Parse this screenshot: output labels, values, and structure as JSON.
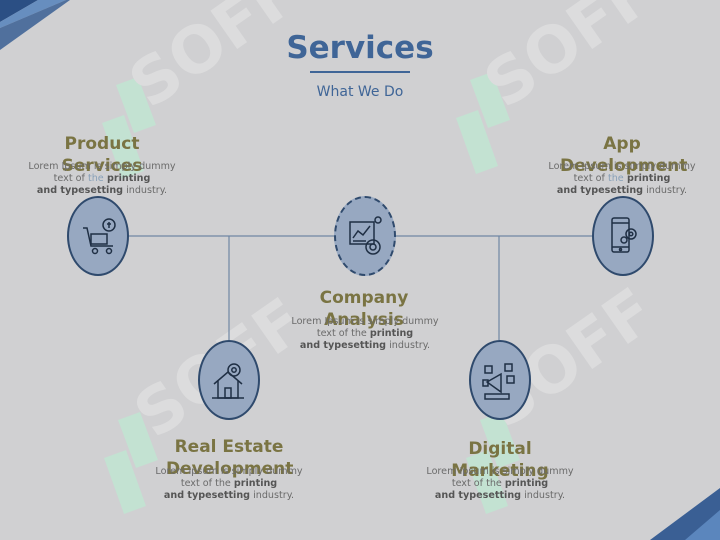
{
  "slide": {
    "title": "Services",
    "subtitle": "What We Do",
    "watermark": "SOFF",
    "colors": {
      "accent": "#3f6597",
      "heading": "#7a7443",
      "node_fill": "#97a8c1",
      "node_stroke": "#2f4a6d",
      "corner": "#3a5f94"
    }
  },
  "services": [
    {
      "title": "Product Services",
      "desc_start": "Lorem Ipsum is simply dummy text of ",
      "desc_mid": "the",
      "desc_bold1": " printing",
      "desc_bold2": "and typesetting",
      "desc_end": " industry.",
      "icon": "shopping-cart-icon"
    },
    {
      "title": "App Development",
      "desc_start": "Lorem Ipsum is simply dummy text of ",
      "desc_mid": "the",
      "desc_bold1": " printing",
      "desc_bold2": "and typesetting",
      "desc_end": " industry.",
      "icon": "mobile-settings-icon"
    },
    {
      "title": "Company Analysis",
      "desc_start": "Lorem Ipsum is simply dummy text of the ",
      "desc_mid": "",
      "desc_bold1": "printing",
      "desc_bold2": "and typesetting",
      "desc_end": " industry.",
      "icon": "analytics-board-icon"
    },
    {
      "title": "Real Estate Development",
      "desc_start": "Lorem Ipsum is simply dummy text of the ",
      "desc_mid": "",
      "desc_bold1": "printing",
      "desc_bold2": "and typesetting",
      "desc_end": " industry.",
      "icon": "house-gear-icon"
    },
    {
      "title": "Digital Marketing",
      "desc_start": "Lorem Ipsum is simply dummy text of the ",
      "desc_mid": "",
      "desc_bold1": "printing",
      "desc_bold2": "and typesetting",
      "desc_end": " industry.",
      "icon": "megaphone-social-icon"
    }
  ]
}
